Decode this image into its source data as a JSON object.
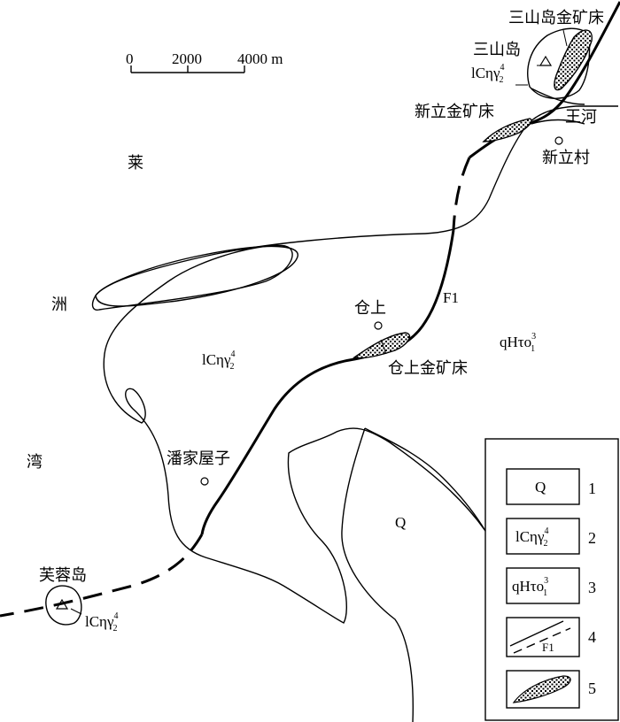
{
  "scale_bar": {
    "ticks": [
      "0",
      "2000",
      "4000 m"
    ]
  },
  "labels": {
    "sanshandao_deposit": "三山岛金矿床",
    "sanshandao": "三山岛",
    "xinli_deposit": "新立金矿床",
    "wanghe": "王河",
    "xinlicun": "新立村",
    "lai": "莱",
    "zhou": "洲",
    "wan": "湾",
    "cangshang": "仓上",
    "f1": "F1",
    "cangshang_deposit": "仓上金矿床",
    "panjiawuzi": "潘家屋子",
    "furongdao": "芙蓉岛",
    "q_area": "Q"
  },
  "rock_units": {
    "granite": {
      "main": "lCηγ",
      "sup": "4",
      "sub": "2"
    },
    "tonalite": {
      "main": "qHτo",
      "sup": "3",
      "sub": "1"
    }
  },
  "legend": [
    {
      "num": "1",
      "text": "Q"
    },
    {
      "num": "2",
      "text": "lCηγ",
      "sup": "4",
      "sub": "2"
    },
    {
      "num": "3",
      "text": "qHτo",
      "sup": "3",
      "sub": "1"
    },
    {
      "num": "4",
      "text": "F1"
    },
    {
      "num": "5",
      "text": ""
    }
  ]
}
